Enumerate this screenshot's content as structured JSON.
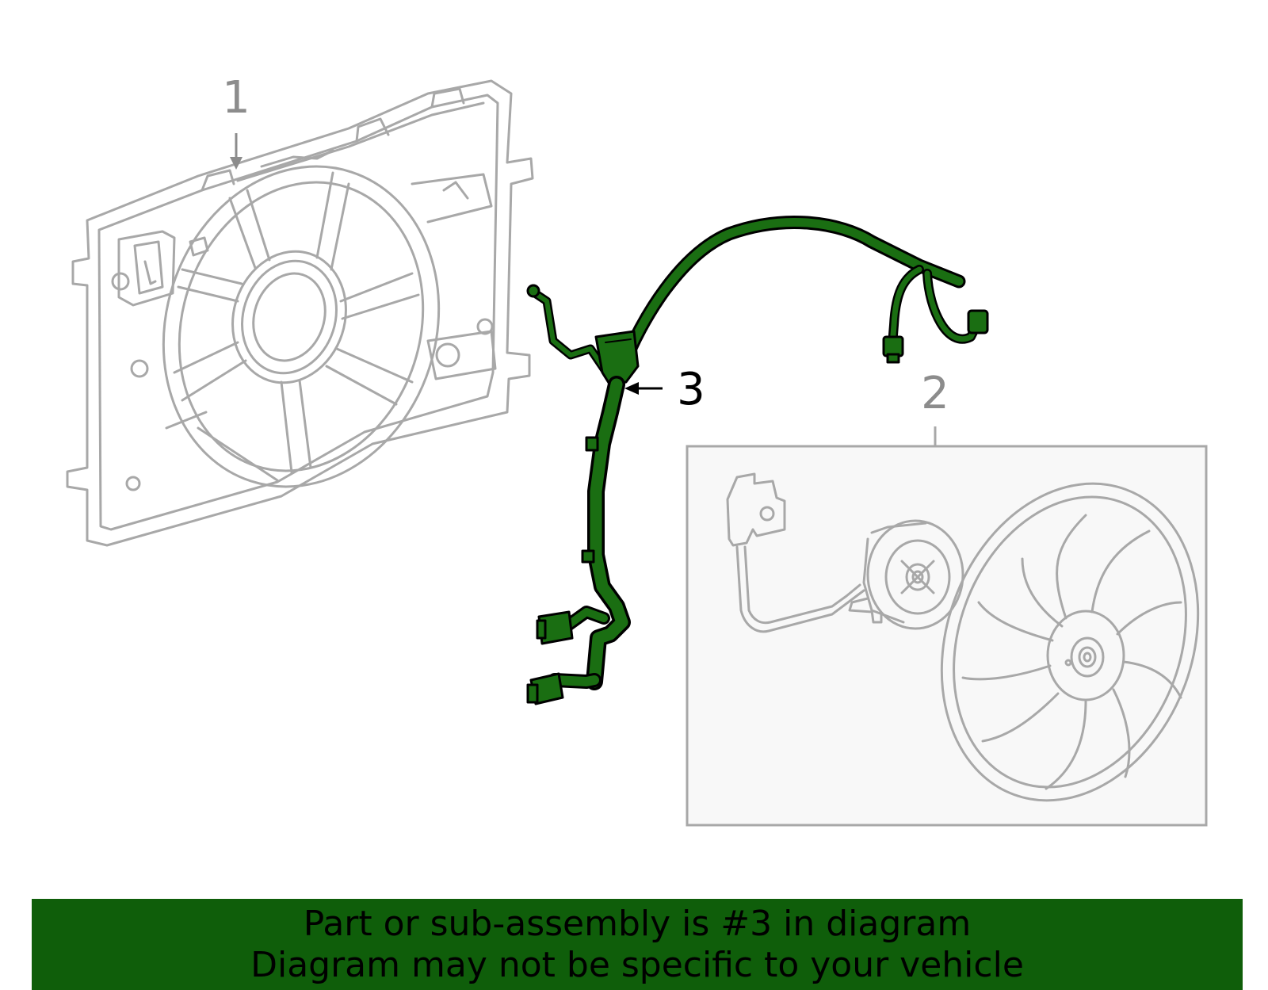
{
  "callouts": {
    "one": "1",
    "two": "2",
    "three": "3"
  },
  "banner": {
    "line1": "Part or sub-assembly is #3 in diagram",
    "line2": "Diagram may not be specific to your vehicle"
  },
  "colors": {
    "highlight": "#1a6e12",
    "outline": "#a8a8a8",
    "banner": "#0f5e0a"
  }
}
